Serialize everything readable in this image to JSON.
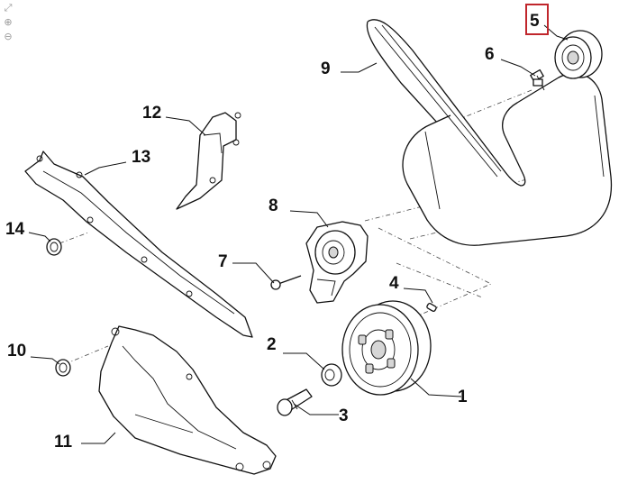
{
  "toolbar": {
    "tools": [
      {
        "name": "fit-icon",
        "glyph": "⤢"
      },
      {
        "name": "zoom-in-icon",
        "glyph": "⊕"
      },
      {
        "name": "zoom-out-icon",
        "glyph": "⊖"
      }
    ]
  },
  "diagram": {
    "selected_callout": "5",
    "highlight_color": "#c0262c",
    "callouts": [
      "1",
      "2",
      "3",
      "4",
      "5",
      "6",
      "7",
      "8",
      "9",
      "10",
      "11",
      "12",
      "13",
      "14"
    ]
  }
}
